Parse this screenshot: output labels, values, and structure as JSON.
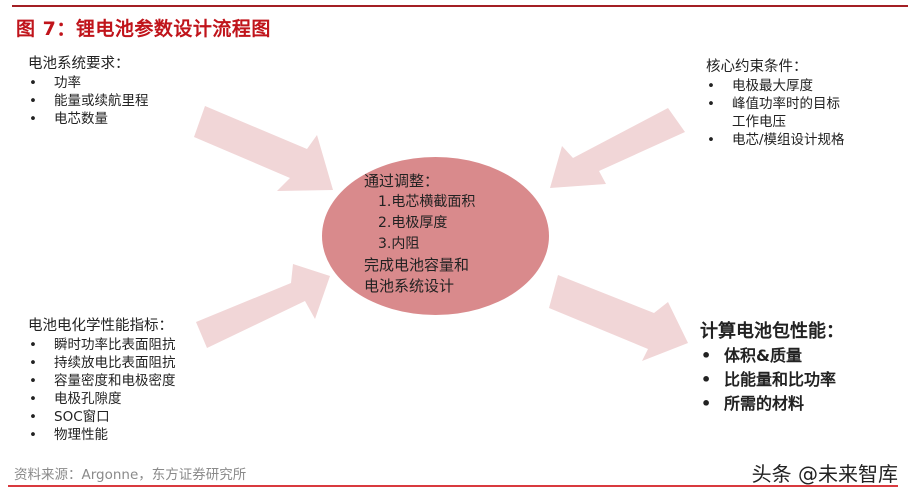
{
  "title": "图 7：锂电池参数设计流程图",
  "blocks": {
    "system_requirements": {
      "heading": "电池系统要求：",
      "items": [
        "功率",
        "能量或续航里程",
        "电芯数量"
      ]
    },
    "core_constraints": {
      "heading": "核心约束条件：",
      "items": [
        "电极最大厚度",
        "峰值功率时的目标",
        "工作电压",
        "电芯/模组设计规格"
      ]
    },
    "electrochemical_indicators": {
      "heading": "电池电化学性能指标：",
      "items": [
        "瞬时功率比表面阻抗",
        "持续放电比表面阻抗",
        "容量密度和电极密度",
        "电极孔隙度",
        "SOC窗口",
        "物理性能"
      ]
    },
    "pack_performance": {
      "heading": "计算电池包性能：",
      "items": [
        "体积&质量",
        "比能量和比功率",
        "所需的材料"
      ]
    }
  },
  "center": {
    "line1": "通过调整：",
    "sub1": "1.电芯横截面积",
    "sub2": "2.电极厚度",
    "sub3": "3.内阻",
    "line2": "完成电池容量和",
    "line3": "电池系统设计"
  },
  "footer": {
    "source": "资料来源：Argonne，东方证券研究所",
    "watermark": "头条 @未来智库"
  },
  "colors": {
    "title": "#c0141b",
    "rule_top": "#a31f24",
    "rule_bottom": "#d93a3f",
    "oval": "#d98a8c",
    "arrow": "#f1d6d7"
  }
}
